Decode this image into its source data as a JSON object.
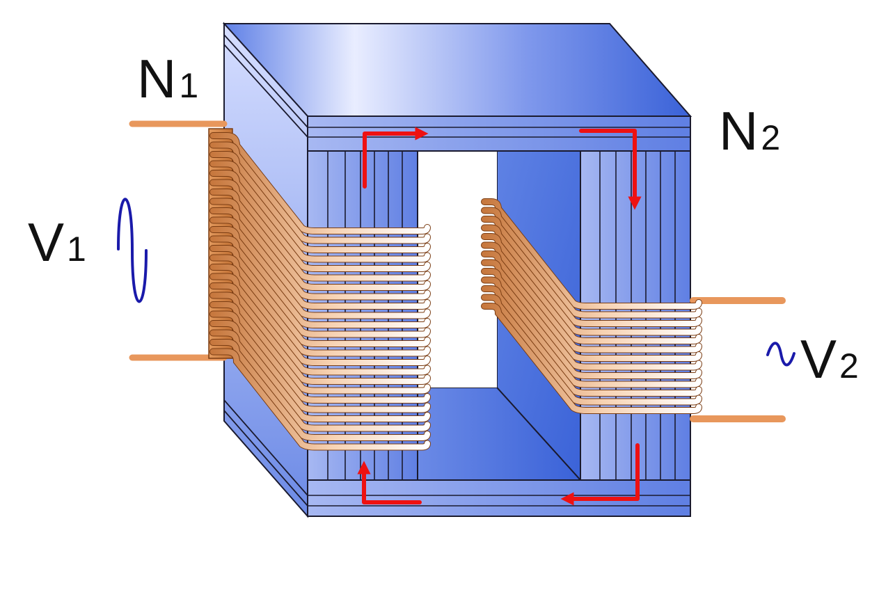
{
  "labels": {
    "primary_turns": {
      "main": "N",
      "sub": "1"
    },
    "secondary_turns": {
      "main": "N",
      "sub": "2"
    },
    "primary_voltage": {
      "main": "V",
      "sub": "1"
    },
    "secondary_voltage": {
      "main": "V",
      "sub": "2"
    }
  },
  "colors": {
    "core_dark": "#3a62d8",
    "core_light": "#dde4ff",
    "copper_dark": "#c7783e",
    "copper_light": "#ffffff",
    "flux_arrow": "#ee1111",
    "ac_source_symbol": "#1a1aaa",
    "outline": "#1a1a2e"
  },
  "icons": {
    "primary_source": "ac-sine-wave-icon",
    "secondary_source": "ac-sine-wave-icon",
    "flux": "arrow-icon"
  }
}
